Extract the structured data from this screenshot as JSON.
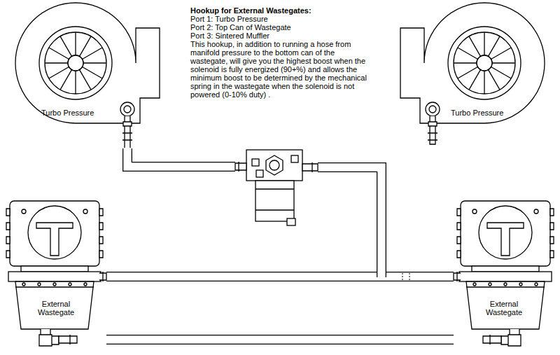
{
  "diagram": {
    "title": "Hookup for External Wastegates:",
    "nodes": [
      {
        "text": [
          "Turbo Pressure"
        ]
      },
      {
        "text": [
          "Turbo Pressure"
        ]
      },
      {
        "text": [
          "External Wastegate"
        ]
      },
      {
        "text": [
          "External Wastegate"
        ]
      }
    ],
    "edges": [
      {
        "from": 2,
        "to": 3,
        "arrow": "none"
      },
      {
        "from": 2,
        "to": 3,
        "arrow": "none"
      }
    ],
    "labels": [
      "Port 1: Turbo Pressure",
      "Port 2: Top Can of Wastegate",
      "Port 3: Sintered Muffler",
      "This hookup, in addition to running a hose from manifold pressure to the bottom can of the wastegate, will give you the highest boost when the solenoid is fully energized (90+%) and allows the minimum boost to be determined by the mechanical spring in the wastegate when the solenoid is not powered (0-10% duty) ."
    ]
  }
}
